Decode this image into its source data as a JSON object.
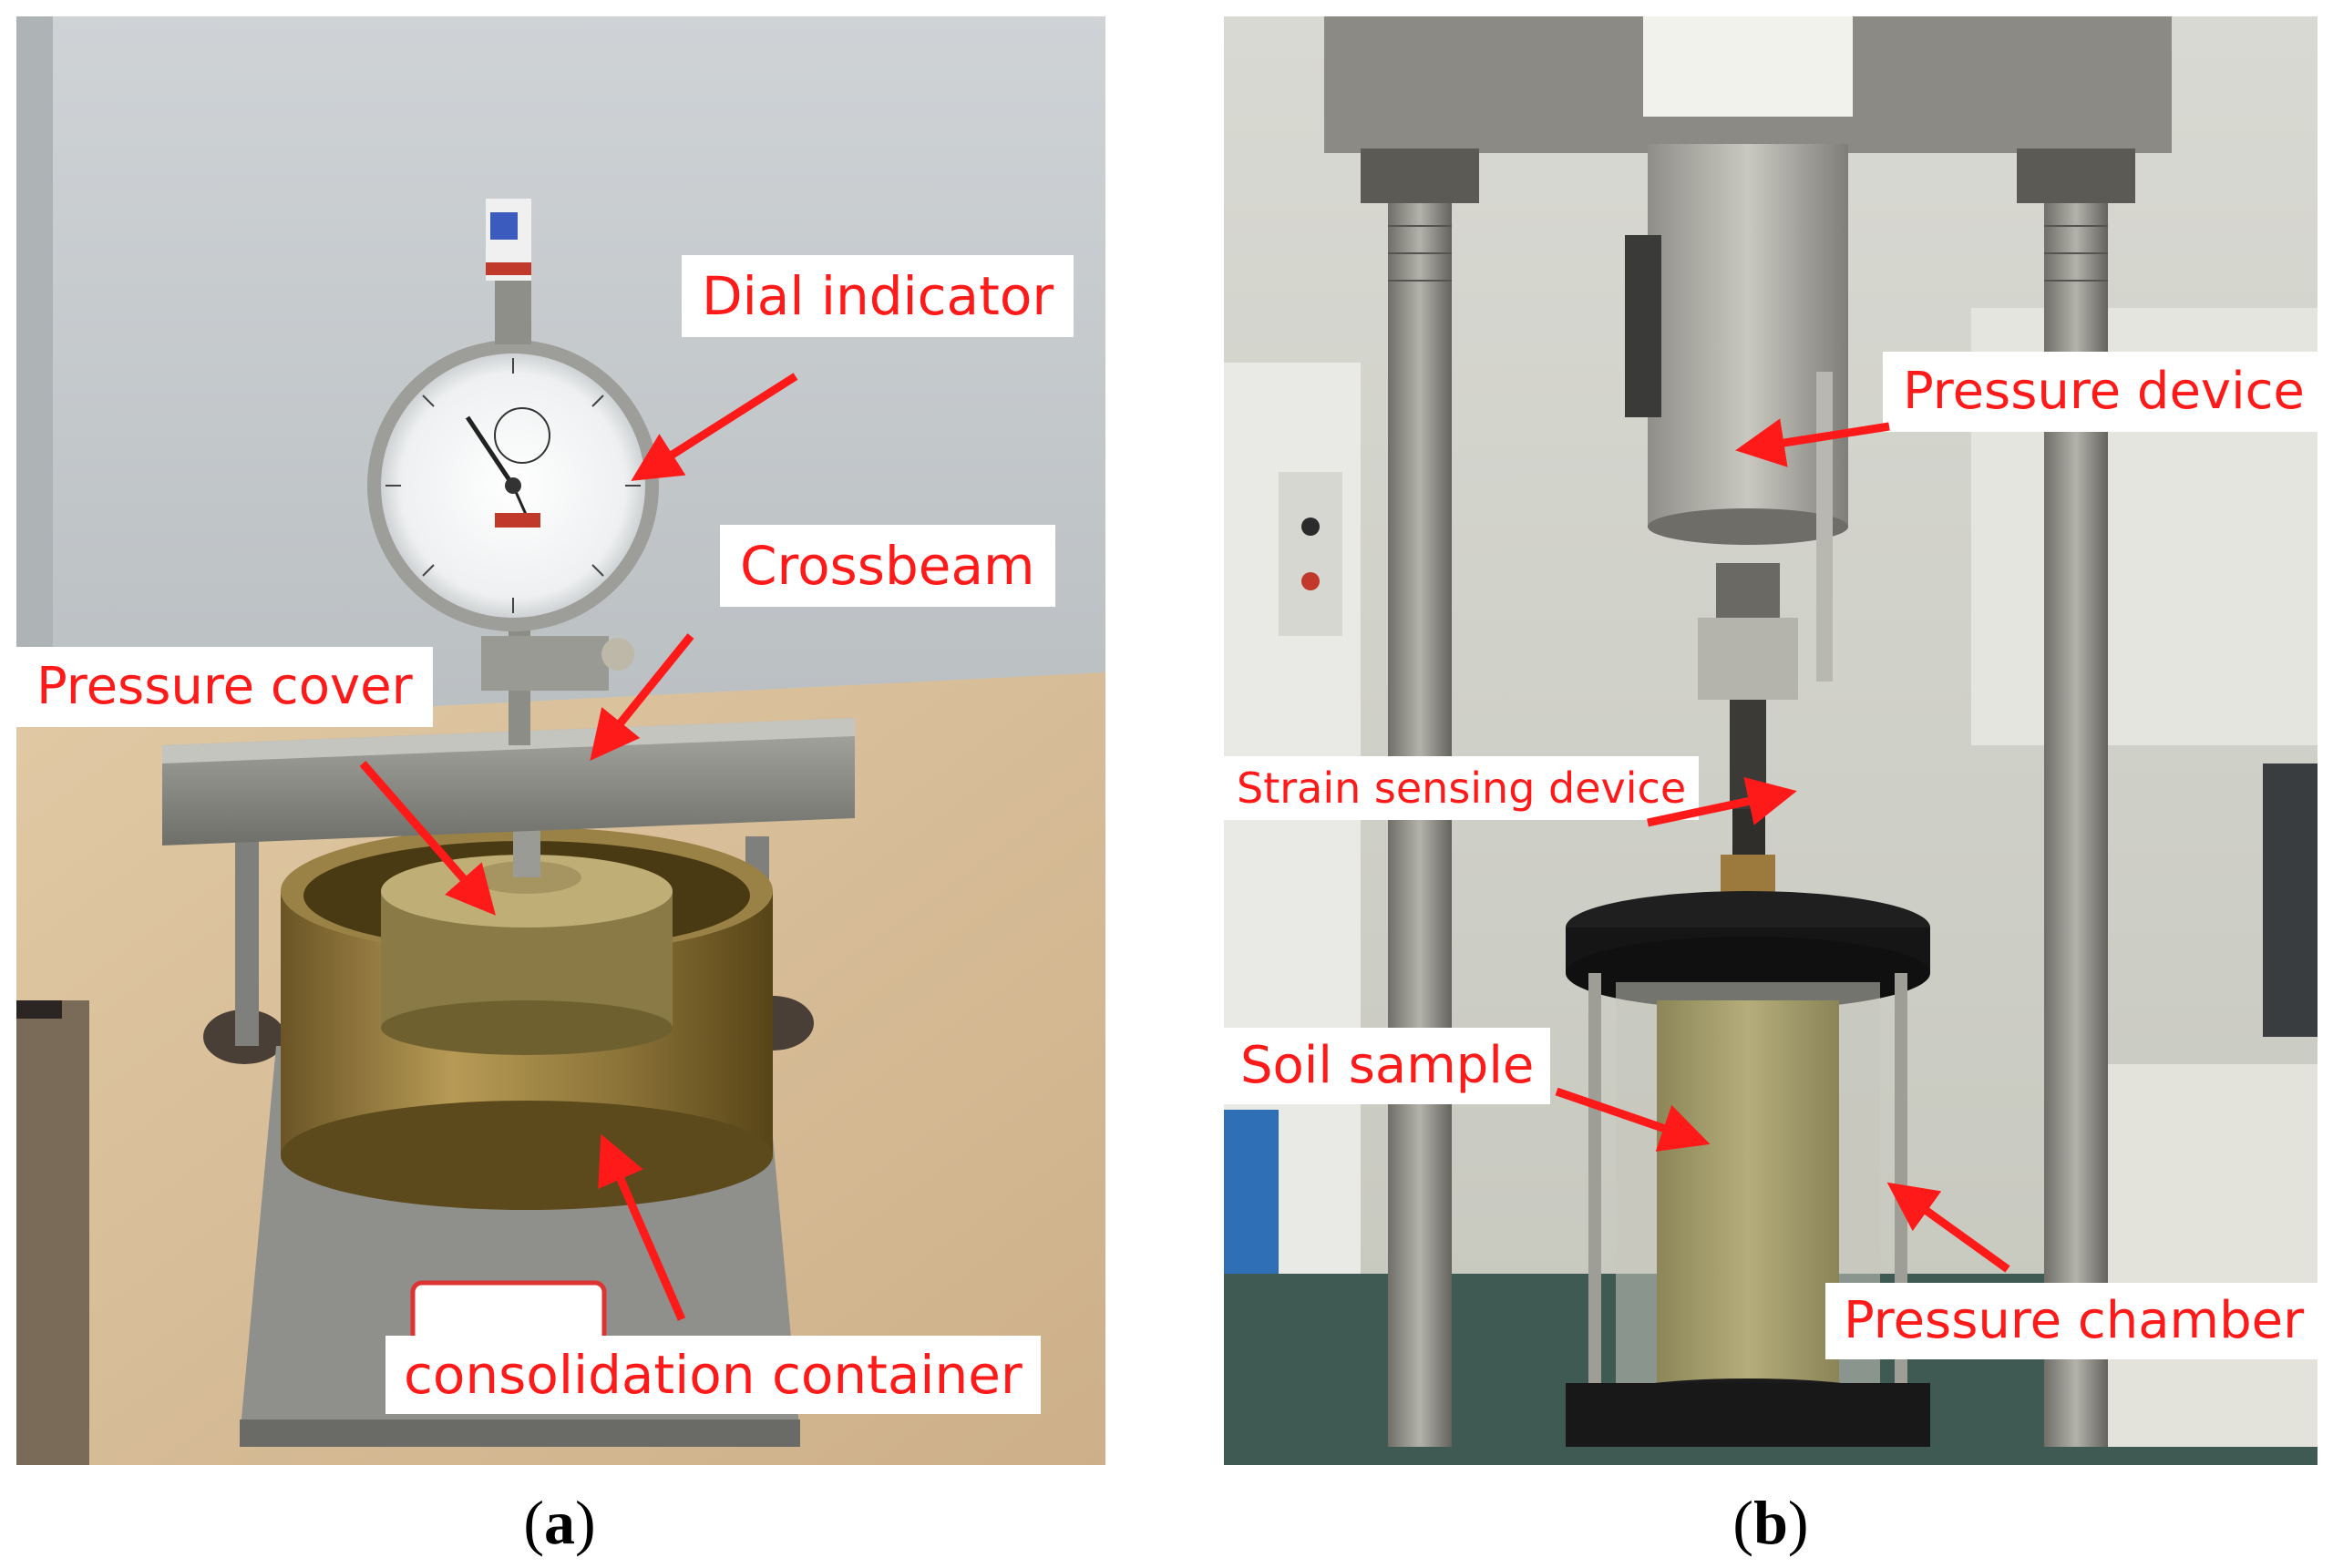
{
  "panels": [
    {
      "label_open": "(",
      "label_letter": "a",
      "label_close": ")",
      "callouts": [
        "Dial indicator",
        "Crossbeam",
        "Pressure cover",
        "consolidation container"
      ]
    },
    {
      "label_open": "(",
      "label_letter": "b",
      "label_close": ")",
      "callouts": [
        "Pressure device",
        "Strain sensing device",
        "Soil sample",
        "Pressure chamber"
      ]
    }
  ],
  "colors": {
    "callout_text": "#ff1a1a",
    "arrow": "#ff1a1a",
    "callout_bg": "#ffffff"
  }
}
